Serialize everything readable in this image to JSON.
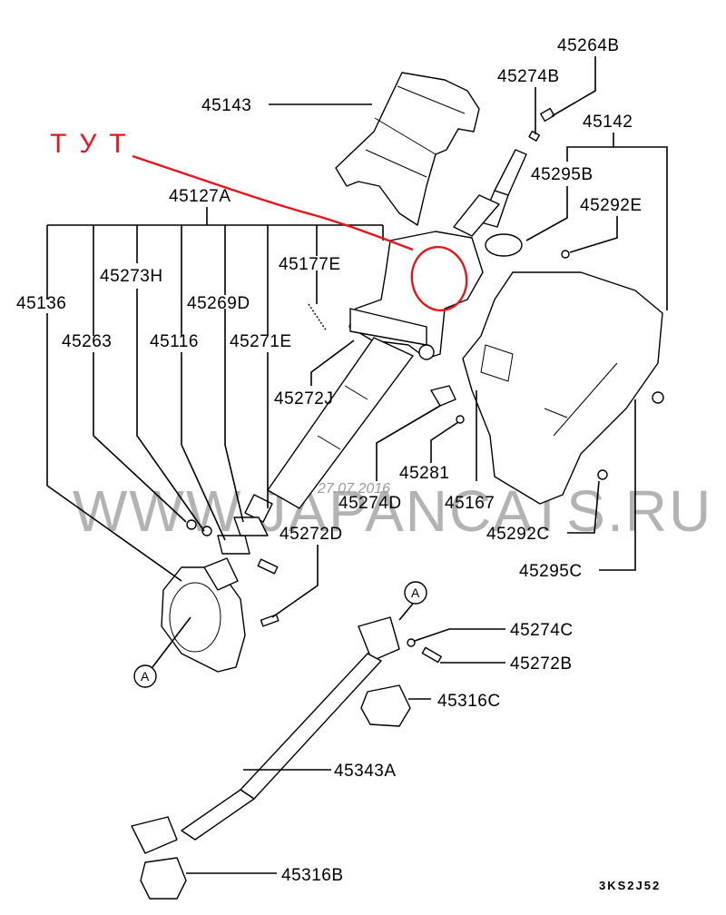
{
  "diagram": {
    "code": "3KS2J52",
    "watermark": "WWW.JAPANCATS.RU",
    "date_stamp": "27.07.2016",
    "annotation": {
      "text": "ТУТ",
      "color": "#e8141c"
    },
    "reference_marker": "A",
    "part_labels": [
      {
        "id": "45264B",
        "text": "45264B"
      },
      {
        "id": "45274B",
        "text": "45274B"
      },
      {
        "id": "45143",
        "text": "45143"
      },
      {
        "id": "45142",
        "text": "45142"
      },
      {
        "id": "45295B",
        "text": "45295B"
      },
      {
        "id": "45292E",
        "text": "45292E"
      },
      {
        "id": "45127A",
        "text": "45127A"
      },
      {
        "id": "45177E",
        "text": "45177E"
      },
      {
        "id": "45273H",
        "text": "45273H"
      },
      {
        "id": "45136",
        "text": "45136"
      },
      {
        "id": "45269D",
        "text": "45269D"
      },
      {
        "id": "45263",
        "text": "45263"
      },
      {
        "id": "45116",
        "text": "45116"
      },
      {
        "id": "45271E",
        "text": "45271E"
      },
      {
        "id": "45272J",
        "text": "45272J"
      },
      {
        "id": "45281",
        "text": "45281"
      },
      {
        "id": "45274D",
        "text": "45274D"
      },
      {
        "id": "45167",
        "text": "45167"
      },
      {
        "id": "45292C",
        "text": "45292C"
      },
      {
        "id": "45272D",
        "text": "45272D"
      },
      {
        "id": "45295C",
        "text": "45295C"
      },
      {
        "id": "45274C",
        "text": "45274C"
      },
      {
        "id": "45272B",
        "text": "45272B"
      },
      {
        "id": "45316C",
        "text": "45316C"
      },
      {
        "id": "45343A",
        "text": "45343A"
      },
      {
        "id": "45316B",
        "text": "45316B"
      }
    ]
  }
}
